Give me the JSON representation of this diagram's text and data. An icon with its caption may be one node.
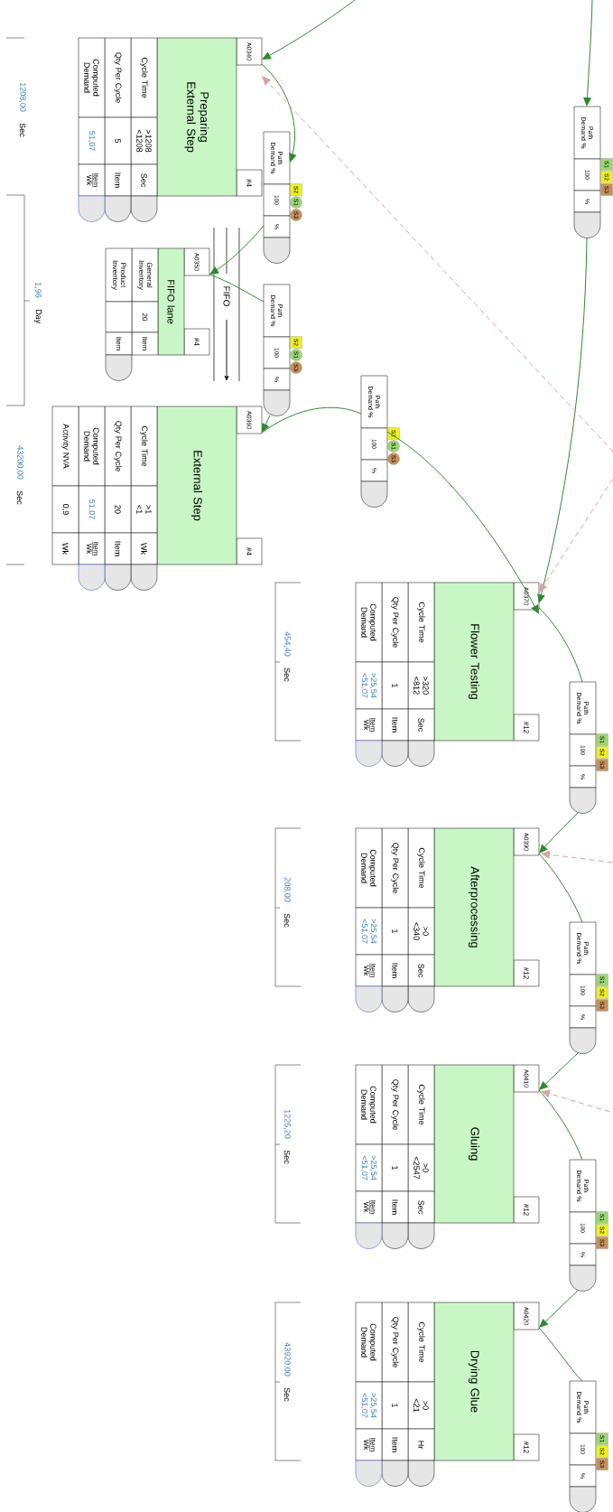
{
  "diagram": {
    "nodes": [
      {
        "text": [
          "Path Demand %",
          "100",
          "%",
          "S1",
          "S2",
          "S3"
        ]
      },
      {
        "text": [
          "A0340",
          "Preparing External Step",
          "#4",
          "Cycle Time",
          ">1208 <1208",
          "Sec",
          "Qty Per Cycle",
          "5",
          "Item",
          "Computed Demand",
          "51,07",
          "Item",
          "Wk"
        ]
      },
      {
        "text": [
          "Path Demand %",
          "100",
          "%",
          "S2",
          "S1",
          "S3"
        ]
      },
      {
        "text": [
          "A0350",
          "FIFO lane",
          "#4",
          "General Inventory",
          "20",
          "Item",
          "Product Inventory",
          "Item"
        ]
      },
      {
        "text": [
          "Path Demand %",
          "100",
          "%",
          "S2",
          "S1",
          "S3"
        ]
      },
      {
        "text": [
          "A0360",
          "External Step",
          "#4",
          "Cycle Time",
          ">1 <1",
          "Wk",
          "Qty Per Cycle",
          "20",
          "Item",
          "Computed Demand",
          "51,07",
          "Item",
          "Wk",
          "Activity NVA",
          "0,9",
          "Wk"
        ]
      },
      {
        "text": [
          "Path Demand %",
          "100",
          "%",
          "S2",
          "S1",
          "S3"
        ]
      },
      {
        "text": [
          "A0370",
          "Flower Testing",
          "#12",
          "Cycle Time",
          ">320 <812",
          "Sec",
          "Qty Per Cycle",
          "1",
          "Item",
          "Computed Demand",
          ">25,54 <51,07",
          "Item",
          "Wk"
        ]
      },
      {
        "text": [
          "Path Demand %",
          "100",
          "%",
          "S1",
          "S2",
          "S3"
        ]
      },
      {
        "text": [
          "A0390",
          "Afterprocessing",
          "#12",
          "Cycle Time",
          ">0 <340",
          "Sec",
          "Qty Per Cycle",
          "1",
          "Item",
          "Computed Demand",
          ">25,54 <51,07",
          "Item",
          "Wk"
        ]
      },
      {
        "text": [
          "Path Demand %",
          "100",
          "%",
          "S1",
          "S2",
          "S3"
        ]
      },
      {
        "text": [
          "A0410",
          "Gluing",
          "#12",
          "Cycle Time",
          ">0 <2547",
          "Sec",
          "Qty Per Cycle",
          "1",
          "Item",
          "Computed Demand",
          ">25,54 <51,07",
          "Item",
          "Wk"
        ]
      },
      {
        "text": [
          "Path Demand %",
          "100",
          "%",
          "S1",
          "S2",
          "S3"
        ]
      },
      {
        "text": [
          "A0420",
          "Drying Glue",
          "#12",
          "Cycle Time",
          ">0 <21",
          "Hr",
          "Qty Per Cycle",
          "1",
          "Item",
          "Computed Demand",
          ">25,54 <51,07",
          "Item",
          "Wk"
        ]
      },
      {
        "text": [
          "Path Demand %",
          "100",
          "%",
          "S1",
          "S2",
          "S3"
        ]
      }
    ],
    "edges": [
      {
        "from": null,
        "to": 0,
        "arrow": "to"
      },
      {
        "from": null,
        "to": 1,
        "arrow": "to"
      },
      {
        "from": 0,
        "to": 7,
        "arrow": "to"
      },
      {
        "from": 1,
        "to": 2,
        "arrow": "to"
      },
      {
        "from": 2,
        "to": 3,
        "arrow": "to"
      },
      {
        "from": 3,
        "to": 4,
        "arrow": "none"
      },
      {
        "from": 4,
        "to": 5,
        "arrow": "to"
      },
      {
        "from": 5,
        "to": 6,
        "arrow": "none"
      },
      {
        "from": 6,
        "to": 7,
        "arrow": "to"
      },
      {
        "from": 7,
        "to": 8,
        "arrow": "none"
      },
      {
        "from": 8,
        "to": 9,
        "arrow": "to"
      },
      {
        "from": 9,
        "to": 10,
        "arrow": "none"
      },
      {
        "from": 10,
        "to": 11,
        "arrow": "to"
      },
      {
        "from": 11,
        "to": 12,
        "arrow": "none"
      },
      {
        "from": 12,
        "to": 13,
        "arrow": "to"
      },
      {
        "from": 13,
        "to": 14,
        "arrow": "none"
      },
      {
        "from": null,
        "to": 1,
        "arrow": "to",
        "style": "dashed",
        "color": "#dba3a3"
      },
      {
        "from": null,
        "to": 7,
        "arrow": "to",
        "style": "dashed",
        "color": "#dba3a3"
      },
      {
        "from": null,
        "to": 9,
        "arrow": "to",
        "style": "dashed",
        "color": "#dba3a3"
      },
      {
        "from": null,
        "to": 11,
        "arrow": "to",
        "style": "dashed",
        "color": "#dba3a3"
      }
    ],
    "labels": [
      "FIFO",
      "1208,00",
      "Sec",
      "1,96",
      "Day",
      "43200,00",
      "Sec",
      "454,40",
      "Sec",
      "208,00",
      "Sec",
      "1225,20",
      "Sec",
      "43920,00",
      "Sec"
    ]
  }
}
